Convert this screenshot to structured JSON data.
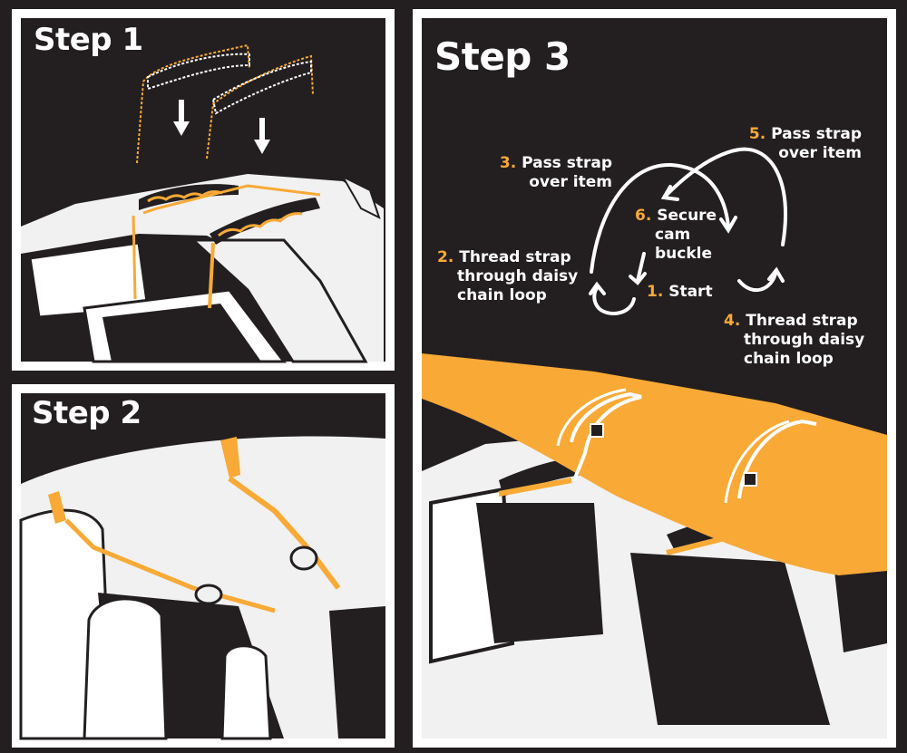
{
  "colors": {
    "background": "#231f20",
    "accent": "#f9a936",
    "frame": "#ffffff",
    "car": "#f1f1f1",
    "dark": "#231f20"
  },
  "step1": {
    "title": "Step 1"
  },
  "step2": {
    "title": "Step 2"
  },
  "step3": {
    "title": "Step 3",
    "instructions": [
      {
        "number": "1.",
        "text": "Start"
      },
      {
        "number": "2.",
        "line1": "Thread strap",
        "line2": "through daisy",
        "line3": "chain loop"
      },
      {
        "number": "3.",
        "line1": "Pass strap",
        "line2": "over item"
      },
      {
        "number": "4.",
        "line1": "Thread strap",
        "line2": "through daisy",
        "line3": "chain loop"
      },
      {
        "number": "5.",
        "line1": "Pass strap",
        "line2": "over item"
      },
      {
        "number": "6.",
        "line1": "Secure",
        "line2": "cam",
        "line3": "buckle"
      }
    ]
  }
}
